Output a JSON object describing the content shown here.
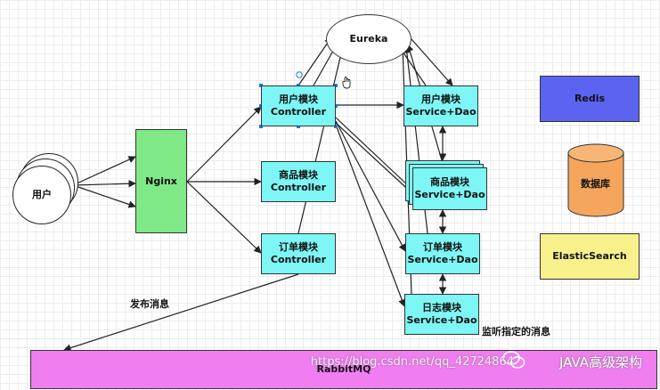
{
  "nodes": {
    "user": "用户",
    "nginx": "Nginx",
    "eureka": "Eureka",
    "user_controller": "用户模块\nController",
    "product_controller": "商品模块\nController",
    "order_controller": "订单模块\nController",
    "user_service": "用户模块\nService+Dao",
    "product_service": "商品模块\nService+Dao",
    "order_service": "订单模块\nService+Dao",
    "log_service": "日志模块\nService+Dao",
    "redis": "Redis",
    "database": "数据库",
    "elasticsearch": "ElasticSearch",
    "rabbitmq": "RabbitMQ"
  },
  "labels": {
    "publish_message": "发布消息",
    "listen_message": "监听指定的消息"
  },
  "watermark": {
    "url": "https://blog.csdn.net/qq_42724864",
    "brand": "JAVA高级架构"
  },
  "colors": {
    "module": "#7ef6f6",
    "nginx": "#7fe887",
    "redis": "#5b63f0",
    "database": "#f5a55c",
    "elasticsearch": "#f8f08a",
    "rabbitmq": "#f07ef0"
  }
}
